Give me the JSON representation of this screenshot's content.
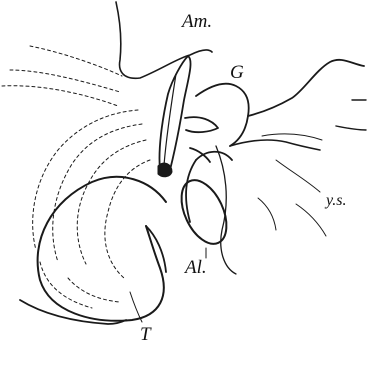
{
  "figure": {
    "labels": {
      "amnion": "Am.",
      "gut": "G",
      "yolk_sac": "y.s.",
      "allantois": "Al.",
      "tail": "T"
    }
  }
}
